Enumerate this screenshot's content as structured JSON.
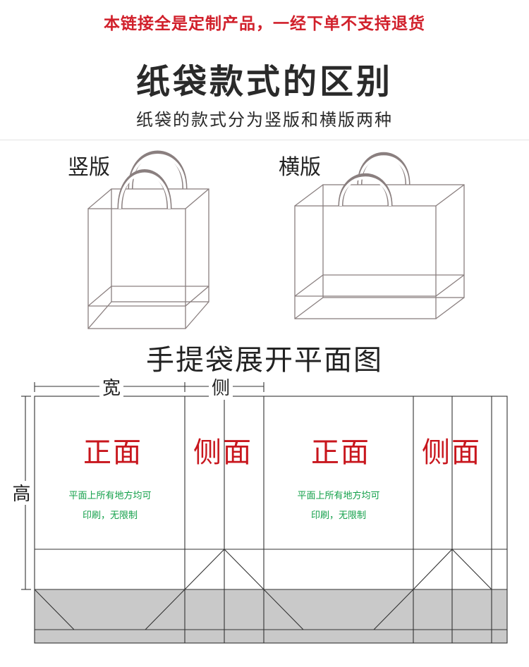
{
  "header": {
    "notice": "本链接全是定制产品，一经下单不支持退货",
    "title": "纸袋款式的区别",
    "subtitle": "纸袋的款式分为竖版和横版两种"
  },
  "bag_styles": {
    "vertical_label": "竖版",
    "horizontal_label": "横版"
  },
  "unfold": {
    "title": "手提袋展开平面图",
    "width_label": "宽",
    "side_label": "侧",
    "height_label": "高",
    "panels": [
      {
        "label": "正面",
        "note_line1": "平面上所有地方均可",
        "note_line2": "印刷，无限制"
      },
      {
        "label": "侧面"
      },
      {
        "label": "正面",
        "note_line1": "平面上所有地方均可",
        "note_line2": "印刷，无限制"
      },
      {
        "label": "侧面"
      }
    ]
  },
  "colors": {
    "notice": "#d1202b",
    "panel_label": "#c8161d",
    "panel_note": "#13a04a",
    "bottom_fold": "#c9c9c9"
  }
}
